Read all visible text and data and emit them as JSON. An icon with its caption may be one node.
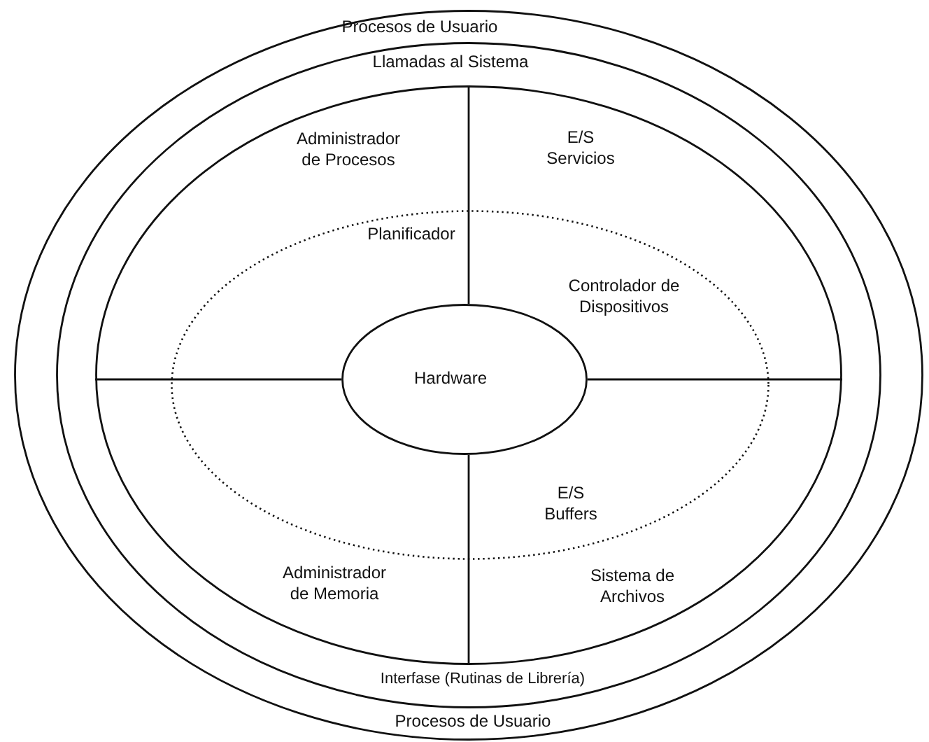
{
  "diagram": {
    "nodes": [
      {
        "text": [
          "Procesos de Usuario",
          "Procesos de Usuario"
        ]
      },
      {
        "text": [
          "Llamadas al Sistema",
          "Interfase (Rutinas de Librería)"
        ],
        "in": 0
      },
      {
        "text": [
          "Administrador de Procesos",
          "E/S Servicios",
          "Administrador de Memoria",
          "Sistema de Archivos"
        ],
        "in": 1
      },
      {
        "text": [
          "Planificador",
          "Controlador de Dispositivos",
          "E/S Buffers"
        ],
        "in": 2
      },
      {
        "text": [
          "Hardware"
        ],
        "in": 3
      }
    ]
  }
}
